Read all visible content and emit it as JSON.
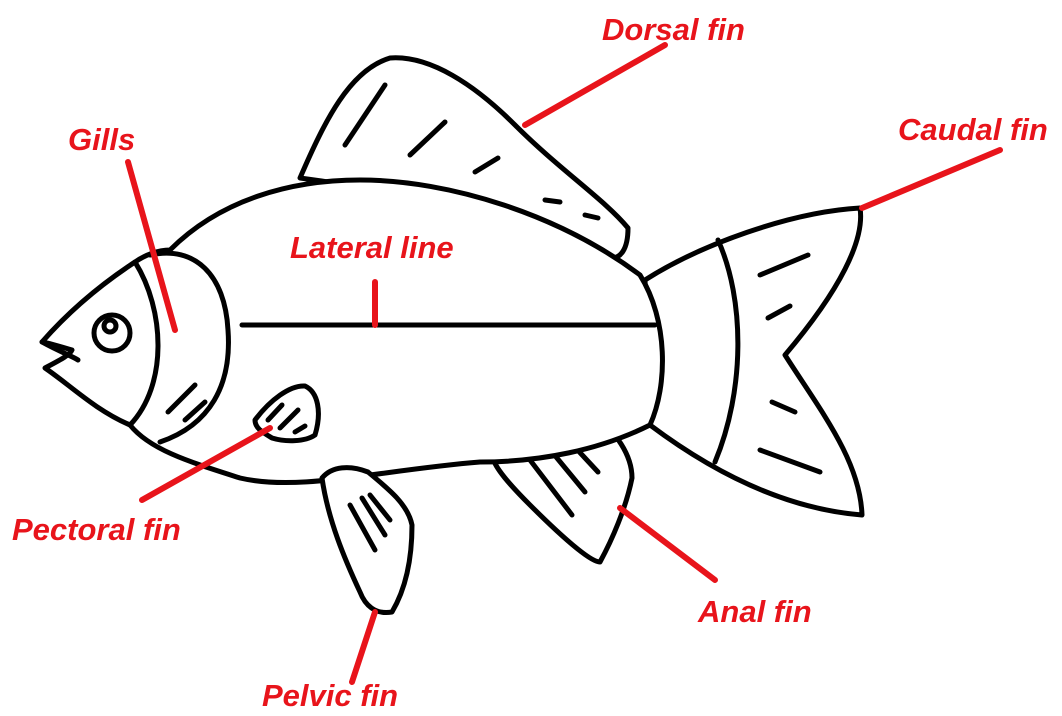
{
  "labels": {
    "dorsal_fin": "Dorsal fin",
    "caudal_fin": "Caudal fin",
    "gills": "Gills",
    "lateral_line": "Lateral line",
    "pectoral_fin": "Pectoral fin",
    "pelvic_fin": "Pelvic fin",
    "anal_fin": "Anal fin"
  },
  "colors": {
    "label": "#e8141b",
    "outline": "#000000",
    "background": "#ffffff"
  }
}
